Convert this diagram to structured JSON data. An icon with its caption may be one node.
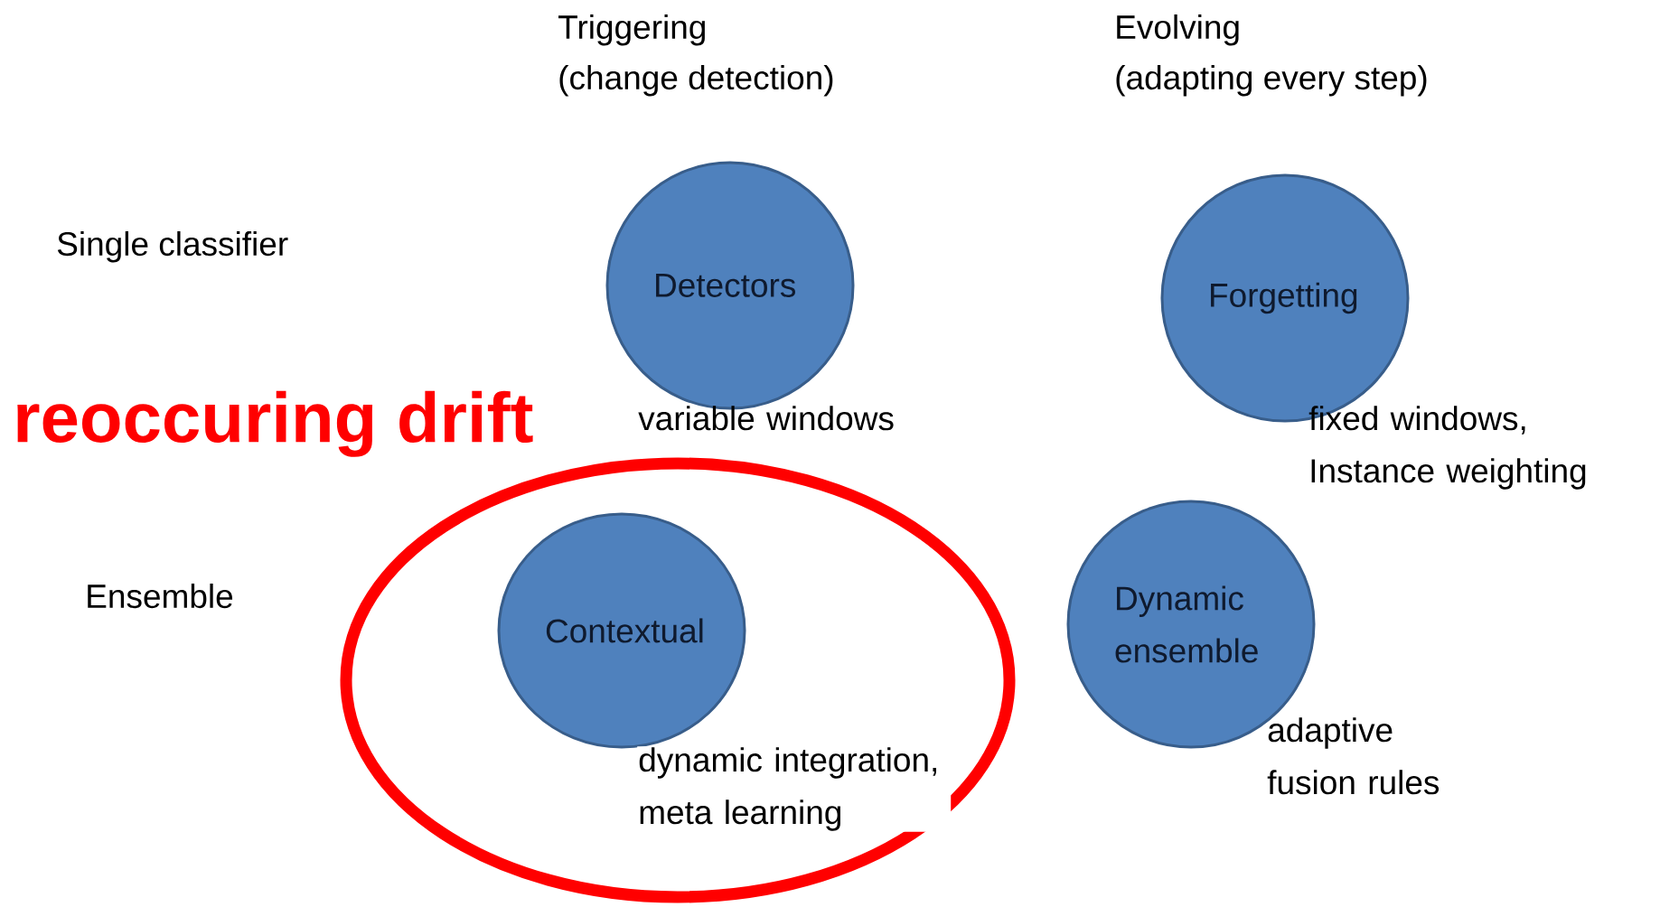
{
  "diagram": {
    "nodes": [
      {
        "text": [
          "Detectors"
        ],
        "beside": [
          "variable windows"
        ]
      },
      {
        "text": [
          "Forgetting"
        ],
        "beside": [
          "fixed windows, Instance weighting"
        ]
      },
      {
        "text": [
          "reoccuring drift"
        ]
      },
      {
        "text": [
          "Contextual"
        ],
        "in": 2,
        "beside": [
          "dynamic integration, meta learning"
        ]
      },
      {
        "text": [
          "Dynamic ensemble"
        ],
        "beside": [
          "adaptive fusion rules"
        ]
      }
    ],
    "labels": [
      "Triggering",
      "(change detection)",
      "Evolving",
      "(adapting every step)",
      "Single classifier",
      "Ensemble"
    ]
  }
}
